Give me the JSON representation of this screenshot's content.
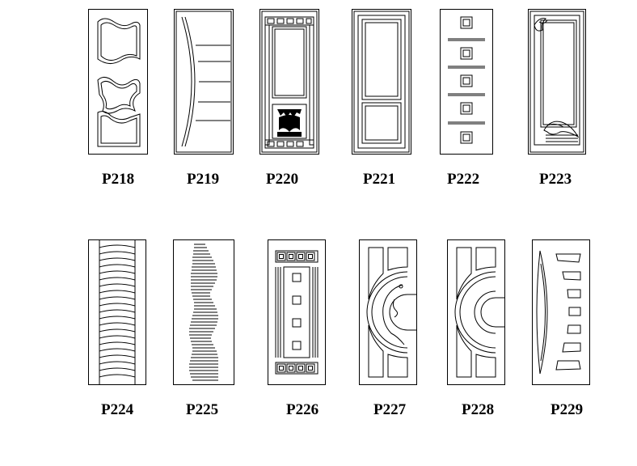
{
  "doors": [
    {
      "code": "P218"
    },
    {
      "code": "P219"
    },
    {
      "code": "P220"
    },
    {
      "code": "P221"
    },
    {
      "code": "P222"
    },
    {
      "code": "P223"
    },
    {
      "code": "P224"
    },
    {
      "code": "P225"
    },
    {
      "code": "P226"
    },
    {
      "code": "P227"
    },
    {
      "code": "P228"
    },
    {
      "code": "P229"
    }
  ],
  "colors": {
    "line": "#000000",
    "background": "#ffffff"
  }
}
